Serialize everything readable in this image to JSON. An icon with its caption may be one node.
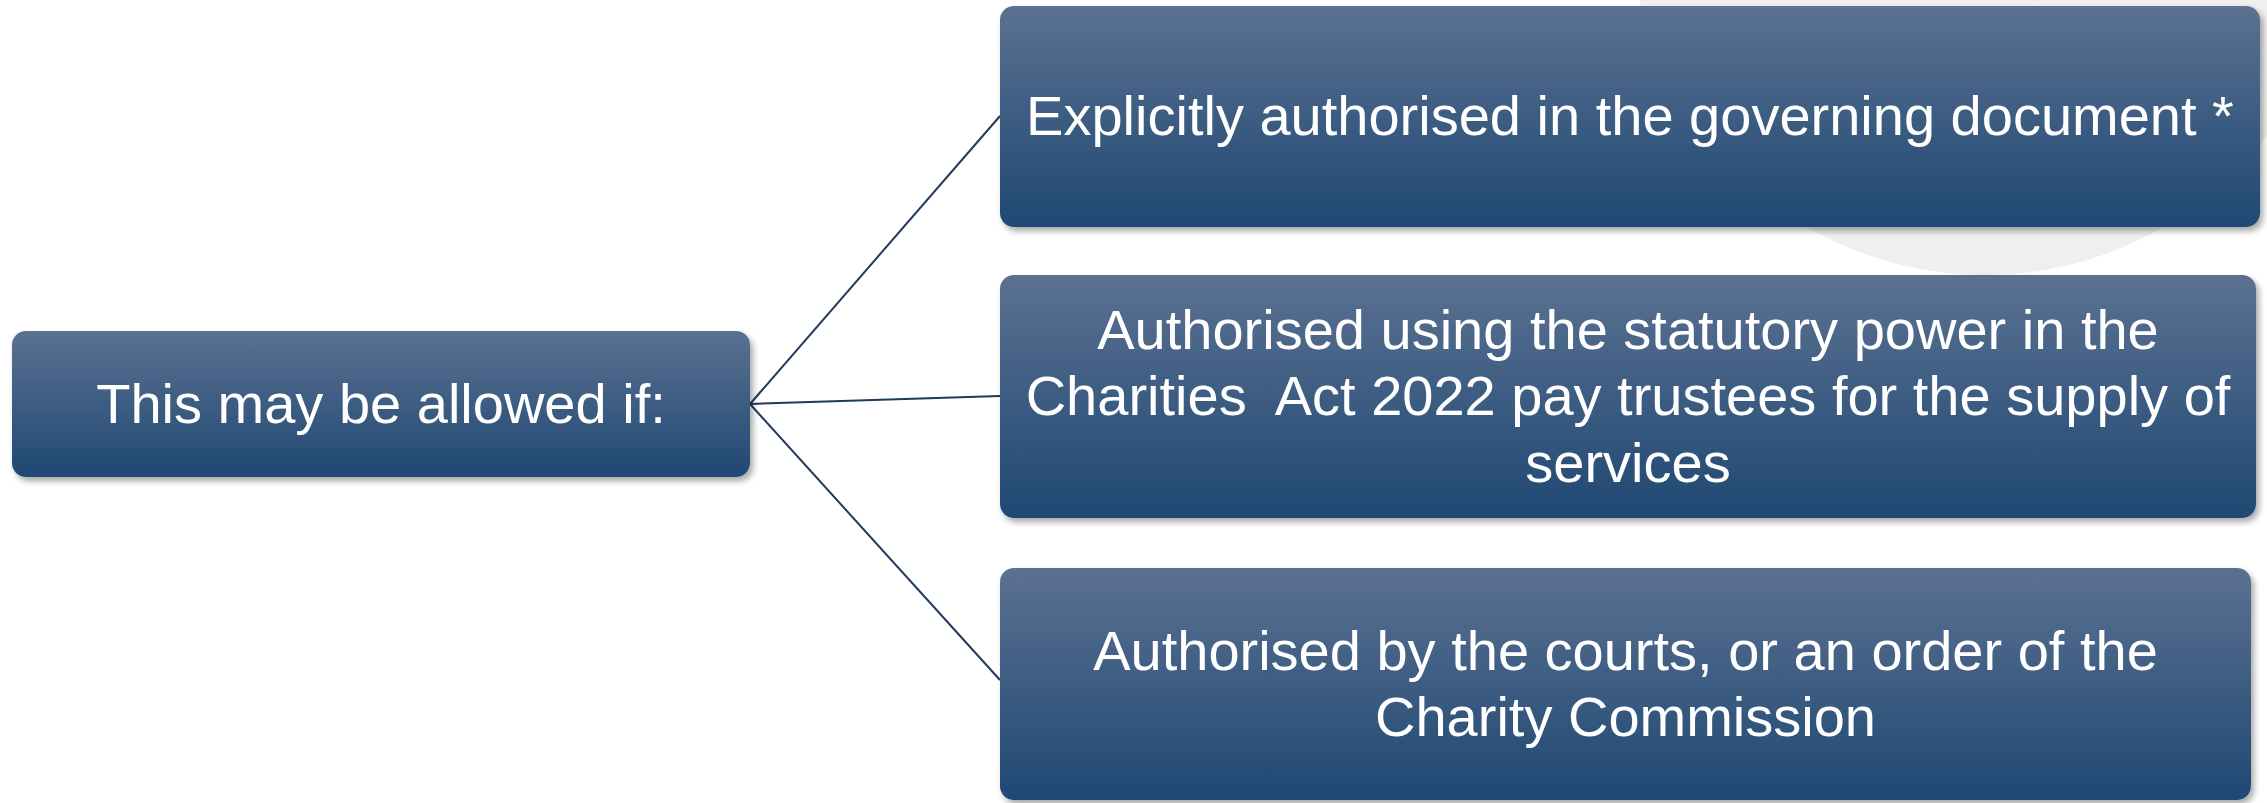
{
  "diagram": {
    "nodes": [
      {
        "text": [
          "This may be allowed if:"
        ]
      },
      {
        "text": [
          "Explicitly authorised in the governing document *"
        ]
      },
      {
        "text": [
          "Authorised using the statutory power in the Charities  Act 2022 pay trustees for the supply of services"
        ]
      },
      {
        "text": [
          "Authorised by the courts, or an order of the Charity Commission"
        ]
      }
    ],
    "edges": [
      {
        "from": 0,
        "to": 1,
        "arrow": "none"
      },
      {
        "from": 0,
        "to": 2,
        "arrow": "none"
      },
      {
        "from": 0,
        "to": 3,
        "arrow": "none"
      }
    ]
  }
}
